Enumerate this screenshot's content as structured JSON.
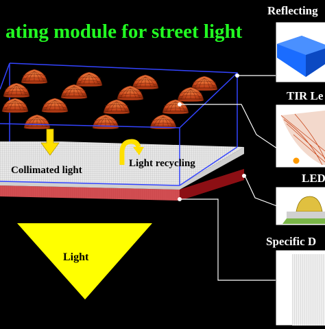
{
  "title": "ating module for street light",
  "labels": {
    "reflecting": "Reflecting",
    "tir": "TIR Le",
    "led": "LED",
    "specific": "Specific D",
    "collimated": "Collimated light",
    "recycling": "Light recycling",
    "light": "Light"
  },
  "colors": {
    "title": "#22ff22",
    "lens": "#d0501c",
    "box_edge": "#3344ff",
    "arrow_yellow": "#ffff00",
    "reflector_blue": "#1a6cff",
    "plate_red": "#c8181e"
  },
  "icons": [
    "down-arrow-icon",
    "recycle-arrow-icon",
    "big-down-arrow-icon"
  ]
}
